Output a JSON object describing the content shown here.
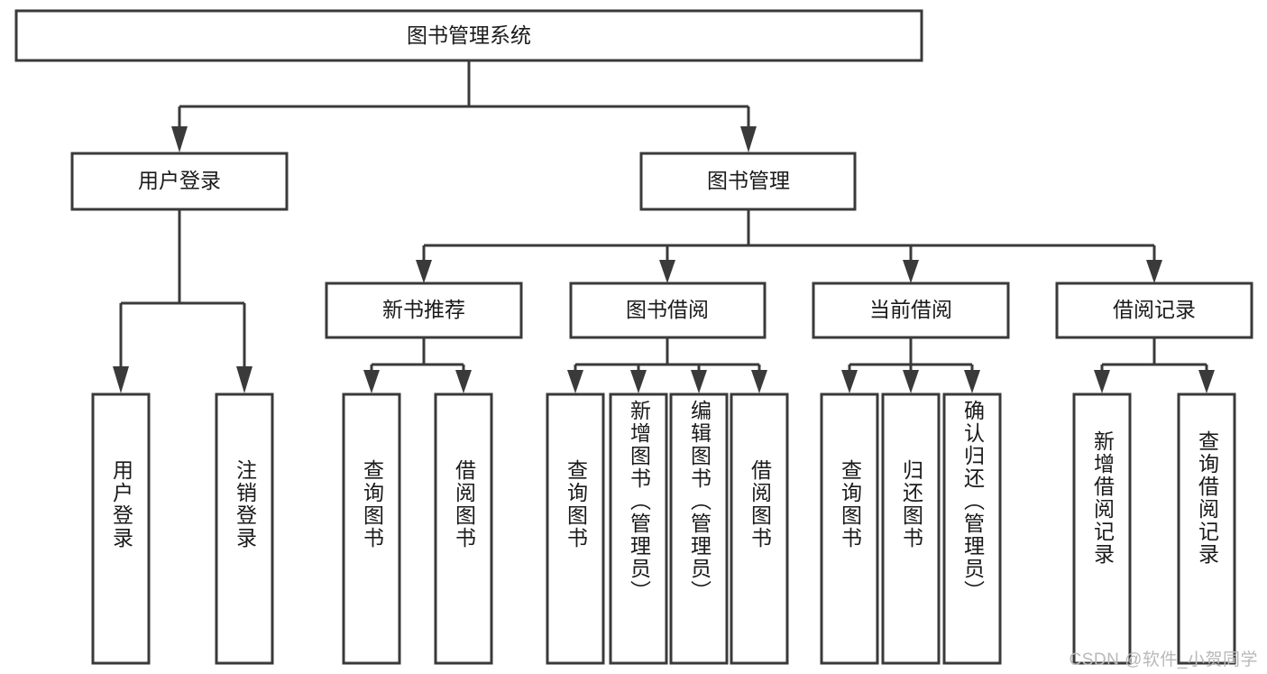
{
  "diagram": {
    "type": "tree-hierarchy-chart",
    "title": "图书管理系统",
    "watermark": "CSDN @软件_小贺同学",
    "colors": {
      "box_stroke": "#3a3a3a",
      "box_fill": "#ffffff",
      "text": "#1a1a1a",
      "background": "#ffffff",
      "watermark": "#b9b9b9"
    },
    "root": {
      "label": "图书管理系统"
    },
    "level2": [
      {
        "label": "用户登录"
      },
      {
        "label": "图书管理"
      }
    ],
    "level3": [
      {
        "label": "新书推荐"
      },
      {
        "label": "图书借阅"
      },
      {
        "label": "当前借阅"
      },
      {
        "label": "借阅记录"
      }
    ],
    "leaves": {
      "user_login": [
        {
          "label": "用户登录"
        },
        {
          "label": "注销登录"
        }
      ],
      "new_book_recommend": [
        {
          "label": "查询图书"
        },
        {
          "label": "借阅图书"
        }
      ],
      "book_borrow": [
        {
          "label": "查询图书"
        },
        {
          "label": "新增图书（管理员）"
        },
        {
          "label": "编辑图书（管理员）"
        },
        {
          "label": "借阅图书"
        }
      ],
      "current_borrow": [
        {
          "label": "查询图书"
        },
        {
          "label": "归还图书"
        },
        {
          "label": "确认归还（管理员）"
        }
      ],
      "borrow_records": [
        {
          "label": "新增借阅记录"
        },
        {
          "label": "查询借阅记录"
        }
      ]
    }
  }
}
